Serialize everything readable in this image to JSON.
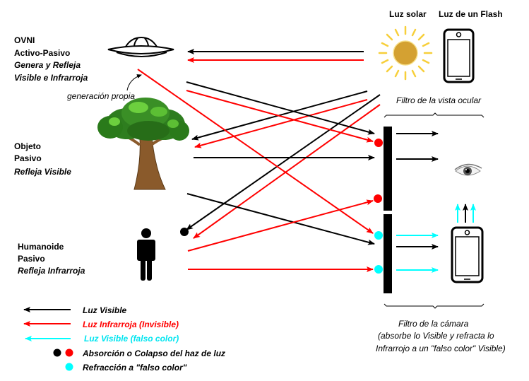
{
  "sources": {
    "sun_label": "Luz solar",
    "flash_label": "Luz de un Flash"
  },
  "objects": {
    "ufo": {
      "title": "OVNI",
      "type": "Activo-Pasivo",
      "desc1": "Genera y Refleja",
      "desc2": "Visible e Infrarroja",
      "annotation": "generación propia"
    },
    "tree": {
      "title": "Objeto",
      "type": "Pasivo",
      "desc": "Refleja Visible"
    },
    "human": {
      "title": "Humanoide",
      "type": "Pasivo",
      "desc": "Refleja Infrarroja"
    }
  },
  "filters": {
    "eye": "Filtro de la vista ocular",
    "camera_line1": "Filtro de la cámara",
    "camera_line2": "(absorbe lo Visible y refracta lo",
    "camera_line3": "Infrarrojo a un \"falso color\" Visible)"
  },
  "legend": {
    "visible": "Luz Visible",
    "infrared": "Luz Infrarroja (Invisible)",
    "false_color": "Luz Visible (falso color)",
    "absorption": "Absorción o Colapso del haz de luz",
    "refraction": "Refracción a \"falso color\""
  },
  "colors": {
    "visible": "#000000",
    "infrared": "#ff0000",
    "false_color": "#00ffff",
    "sun_core": "#d4a132",
    "sun_rays": "#f7cf3a"
  }
}
